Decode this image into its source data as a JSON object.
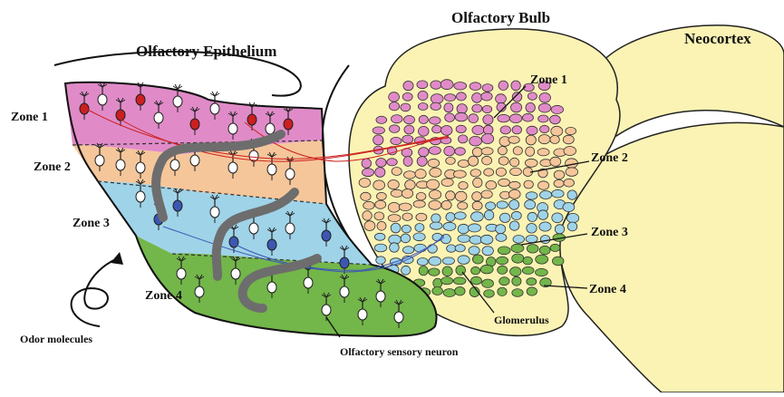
{
  "labels": {
    "olfactory_epithelium": "Olfactory Epithelium",
    "olfactory_bulb": "Olfactory Bulb",
    "neocortex": "Neocortex",
    "odor_molecules": "Odor molecules",
    "olfactory_sensory_neuron": "Olfactory sensory neuron",
    "glomerulus": "Glomerulus"
  },
  "epithelium_zones": [
    "Zone 1",
    "Zone 2",
    "Zone 3",
    "Zone 4"
  ],
  "bulb_zones": [
    "Zone 1",
    "Zone 2",
    "Zone 3",
    "Zone 4"
  ],
  "colors": {
    "zone1": "#e08bc8",
    "zone2": "#f5c69a",
    "zone3": "#9fd3e8",
    "zone4": "#73b64a",
    "brain": "#fbf3b4",
    "neuron_red": "#cc1f1f",
    "neuron_blue": "#3c57b3"
  }
}
